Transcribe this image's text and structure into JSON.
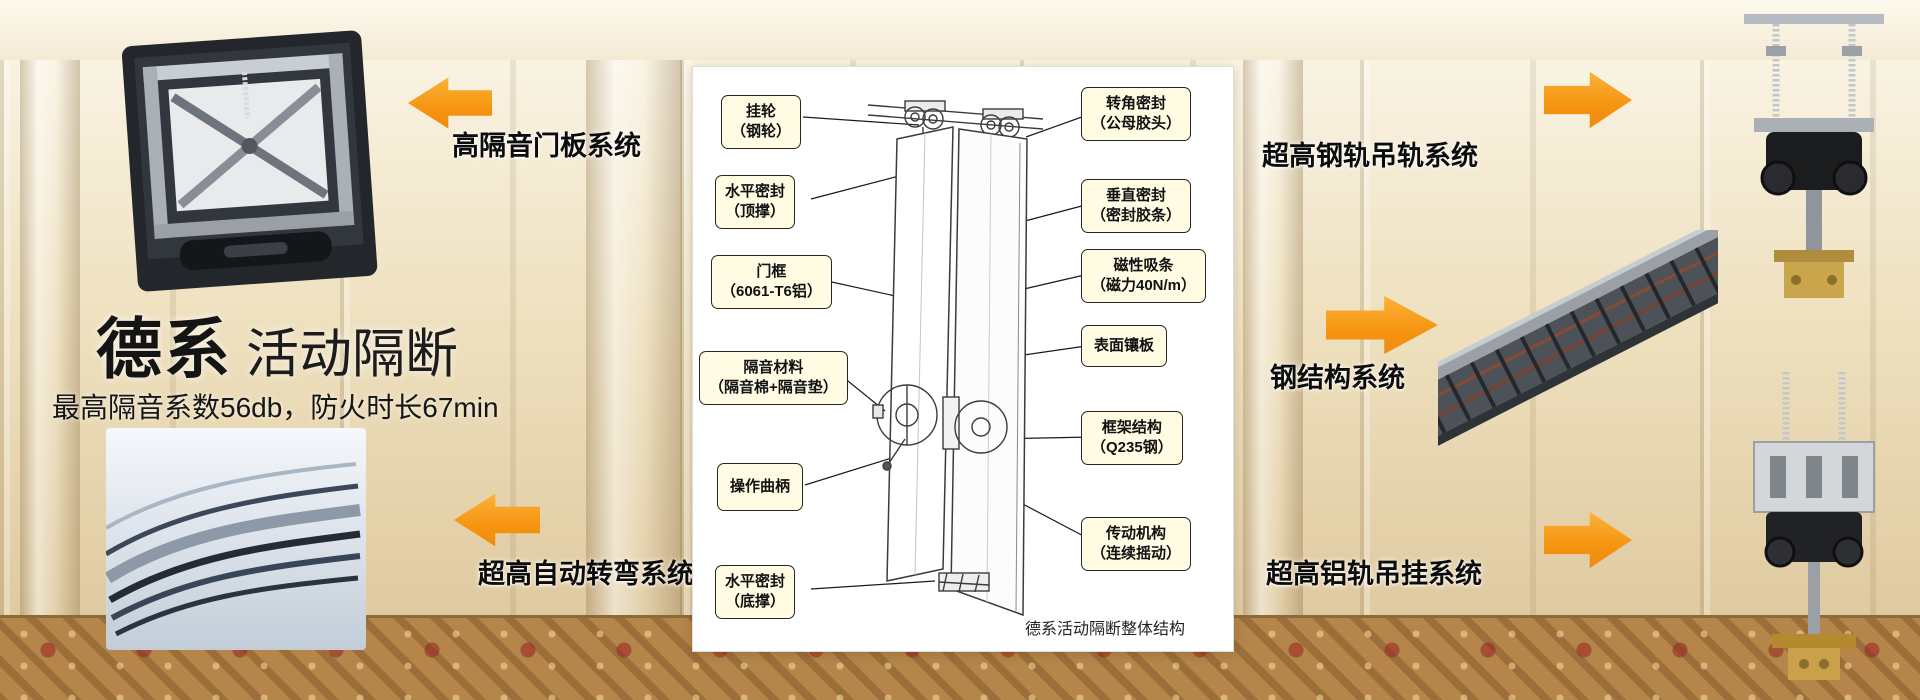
{
  "colors": {
    "accent_orange": "#F5940F",
    "callout_bg": "#FFFCE3",
    "panel_bg": "#FFFFFF",
    "carpet_brown": "#B5854A"
  },
  "hero": {
    "title_bold": "德系",
    "title_regular": "活动隔断",
    "subtitle": "最高隔音系数56db，防火时长67min"
  },
  "system_labels": {
    "door_panel": "高隔音门板系统",
    "auto_turn": "超高自动转弯系统",
    "steel_rail_hang": "超高钢轨吊轨系统",
    "steel_structure": "钢结构系统",
    "alu_rail_hang": "超高铝轨吊挂系统"
  },
  "diagram": {
    "caption": "德系活动隔断整体结构",
    "callouts_left": [
      {
        "text": "挂轮\n（钢轮）"
      },
      {
        "text": "水平密封\n（顶撑）"
      },
      {
        "text": "门框\n（6061-T6铝）"
      },
      {
        "text": "隔音材料\n（隔音棉+隔音垫）"
      },
      {
        "text": "操作曲柄"
      },
      {
        "text": "水平密封\n（底撑）"
      }
    ],
    "callouts_right": [
      {
        "text": "转角密封\n（公母胶头）"
      },
      {
        "text": "垂直密封\n（密封胶条）"
      },
      {
        "text": "磁性吸条\n（磁力40N/m）"
      },
      {
        "text": "表面镶板"
      },
      {
        "text": "框架结构\n（Q235钢）"
      },
      {
        "text": "传动机构\n（连续摇动）"
      }
    ]
  },
  "icons": {
    "arrow_left": "block-arrow-left",
    "arrow_right": "block-arrow-right"
  }
}
